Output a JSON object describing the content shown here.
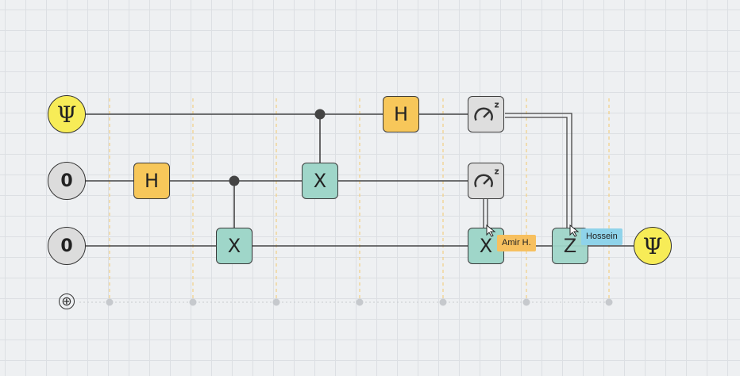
{
  "circuit": {
    "qubits": [
      {
        "initial_state": "Ψ",
        "kind": "psi"
      },
      {
        "initial_state": "0",
        "kind": "zero"
      },
      {
        "initial_state": "0",
        "kind": "zero"
      }
    ],
    "output_state": "Ψ",
    "gates": [
      {
        "label": "H",
        "type": "h",
        "qubit": 1,
        "step": 1
      },
      {
        "label": "X",
        "type": "x",
        "qubit": 2,
        "step": 2,
        "control": 1
      },
      {
        "label": "X",
        "type": "x",
        "qubit": 1,
        "step": 3,
        "control": 0
      },
      {
        "label": "H",
        "type": "h",
        "qubit": 0,
        "step": 4
      },
      {
        "label": "",
        "type": "measure",
        "qubit": 0,
        "step": 5,
        "basis": "z"
      },
      {
        "label": "",
        "type": "measure",
        "qubit": 1,
        "step": 5,
        "basis": "z"
      },
      {
        "label": "X",
        "type": "x",
        "qubit": 2,
        "step": 5,
        "classical_control": 1
      },
      {
        "label": "Z",
        "type": "z",
        "qubit": 2,
        "step": 6,
        "classical_control": 0
      }
    ],
    "measure_basis_label": "z"
  },
  "collaborators": [
    {
      "name": "Amir H.",
      "color": "#f7c05f"
    },
    {
      "name": "Hossein",
      "color": "#8fd3ea"
    }
  ],
  "colors": {
    "h_gate": "#f7c75a",
    "x_gate": "#9fd6c9",
    "measure_gate": "#dedede",
    "psi_state": "#f7ec57",
    "zero_state": "#dcdcdc",
    "wire": "#444444",
    "step_guide": "#f2cf84"
  },
  "add_qubit_label": "⊕"
}
